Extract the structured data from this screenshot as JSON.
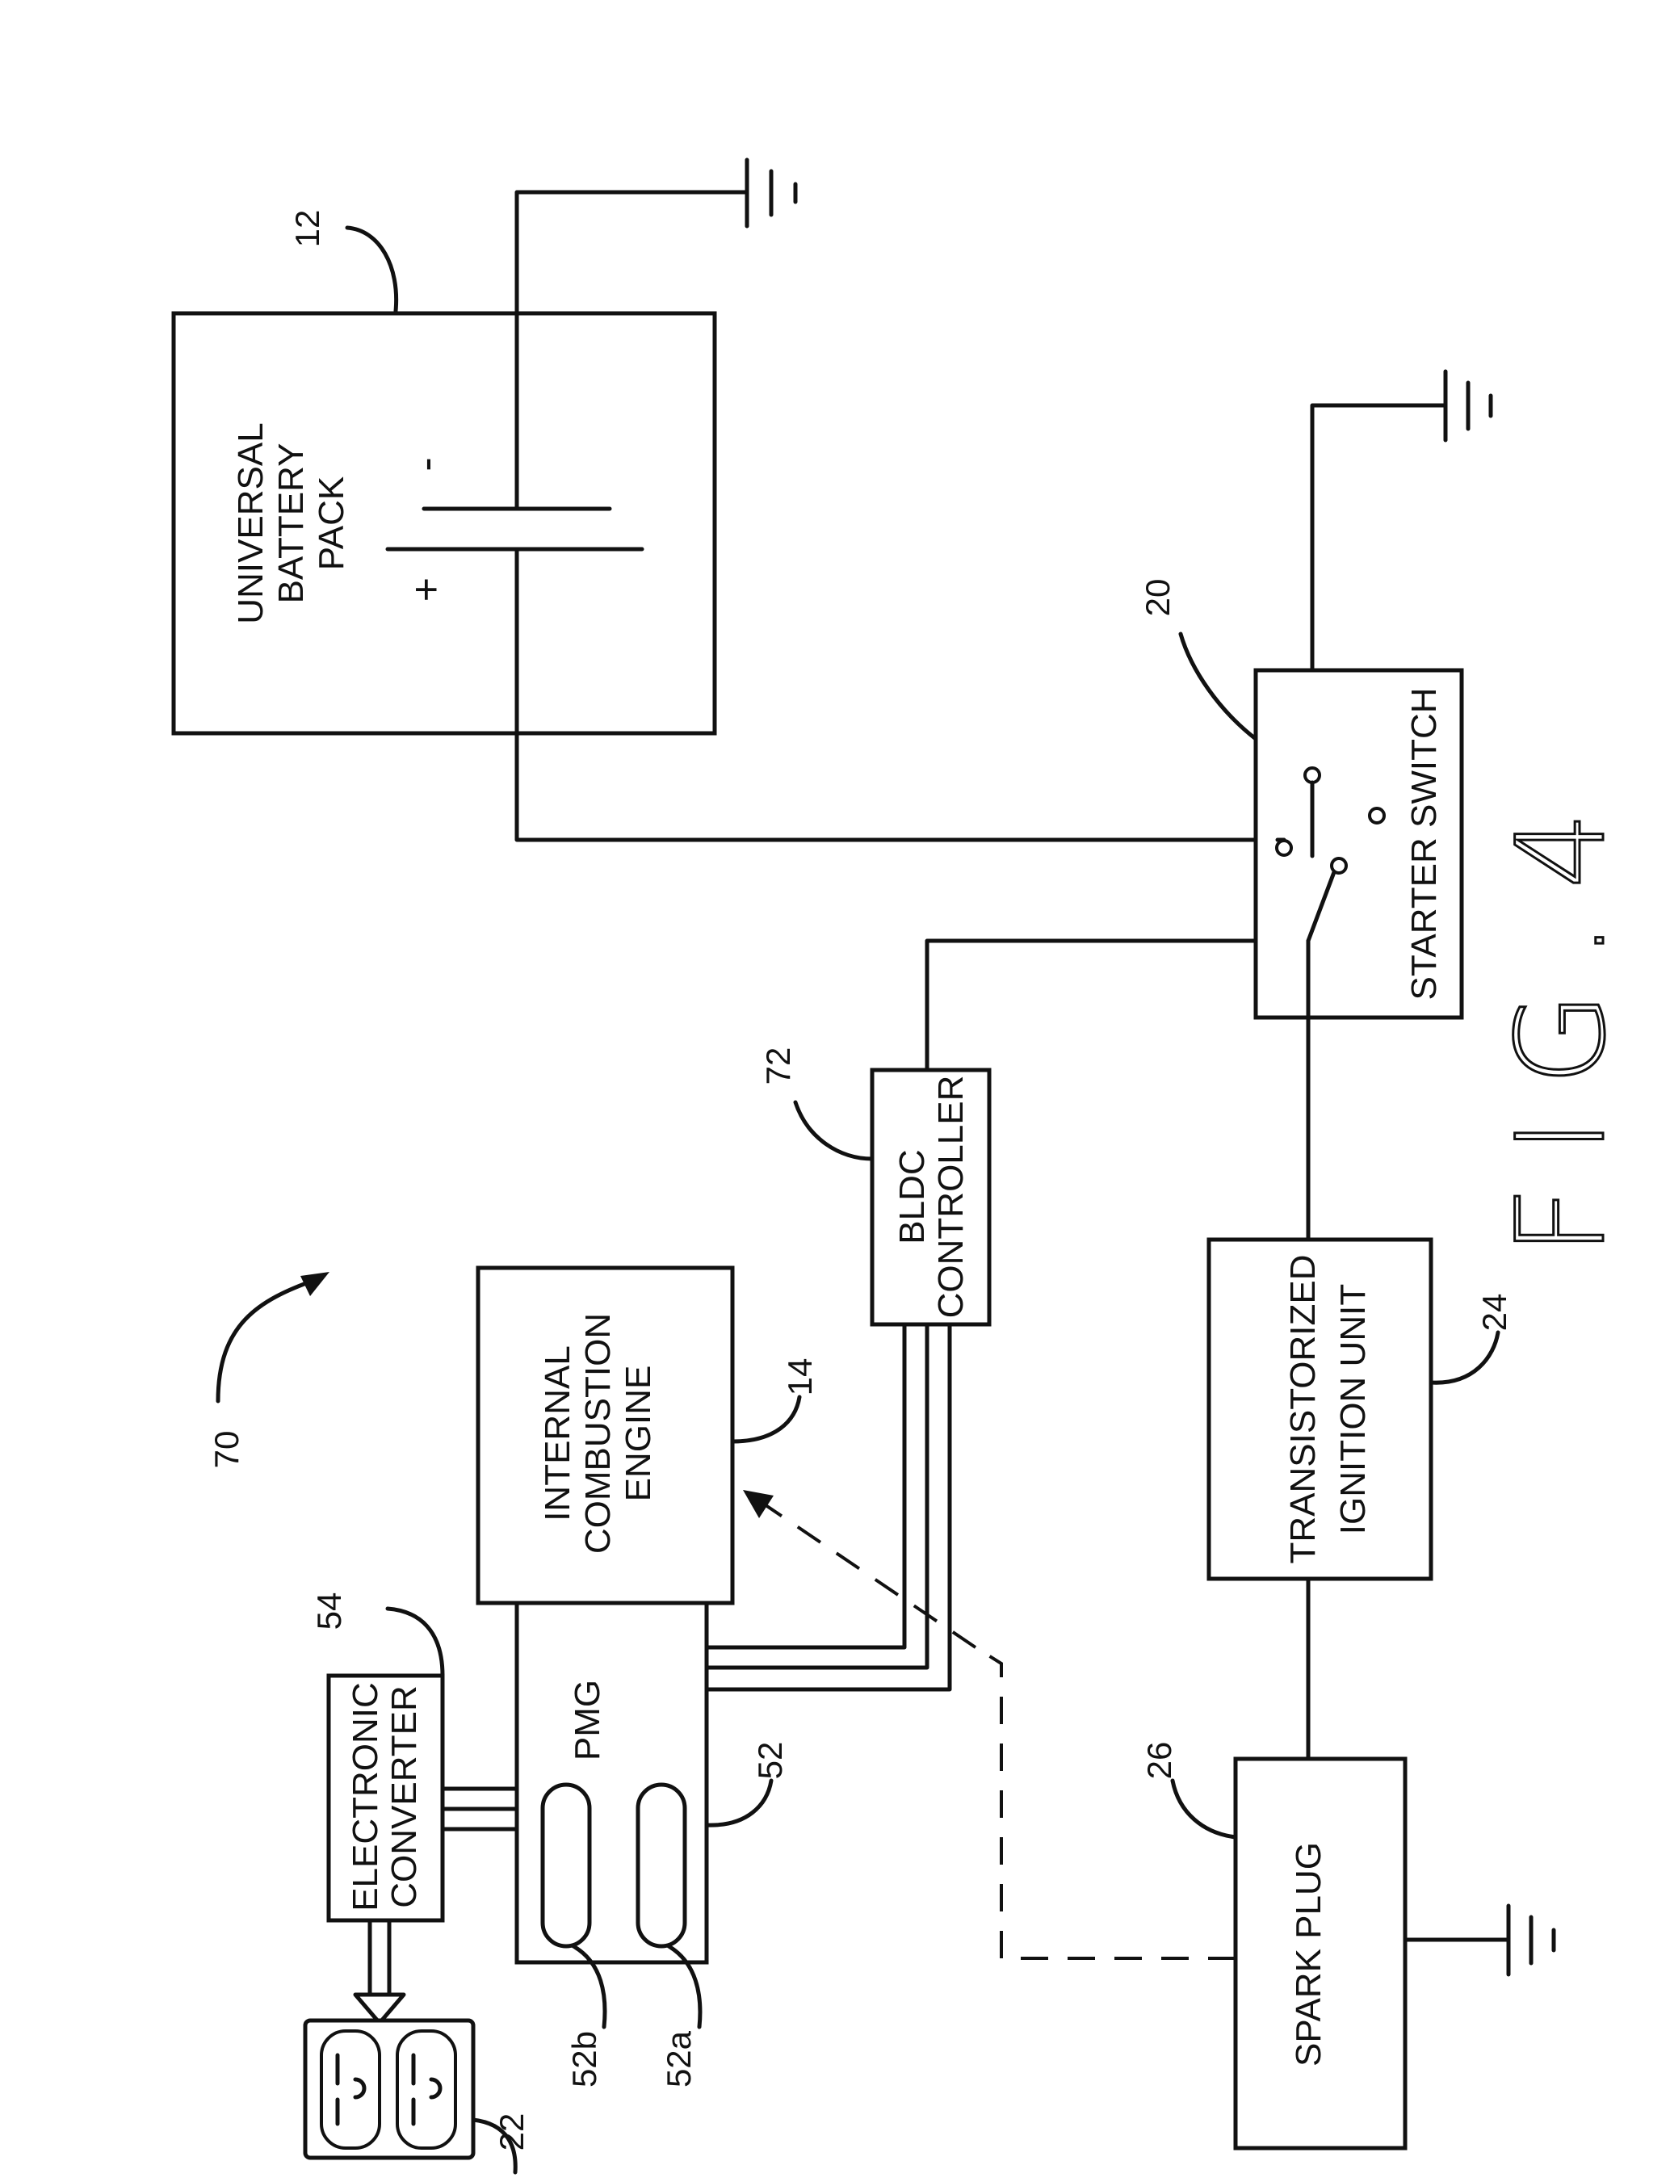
{
  "figure": {
    "caption": "FIG.4",
    "overall_ref": "70"
  },
  "blocks": {
    "battery_pack": {
      "lines": [
        "UNIVERSAL",
        "BATTERY",
        "PACK"
      ],
      "ref": "12",
      "plus": "+",
      "minus": "-"
    },
    "starter_switch": {
      "label": "STARTER SWITCH",
      "ref": "20"
    },
    "bldc_controller": {
      "lines": [
        "BLDC",
        "CONTROLLER"
      ],
      "ref": "72"
    },
    "ignition_unit": {
      "lines": [
        "TRANSISTORIZED",
        "IGNITION UNIT"
      ],
      "ref": "24"
    },
    "engine": {
      "lines": [
        "INTERNAL",
        "COMBUSTION",
        "ENGINE"
      ],
      "ref": "14"
    },
    "pmg": {
      "label": "PMG",
      "ref": "52",
      "winding_a_ref": "52a",
      "winding_b_ref": "52b"
    },
    "converter": {
      "lines": [
        "ELECTRONIC",
        "CONVERTER"
      ],
      "ref": "54"
    },
    "spark_plug": {
      "label": "SPARK PLUG",
      "ref": "26"
    },
    "outlet": {
      "ref": "22"
    }
  }
}
